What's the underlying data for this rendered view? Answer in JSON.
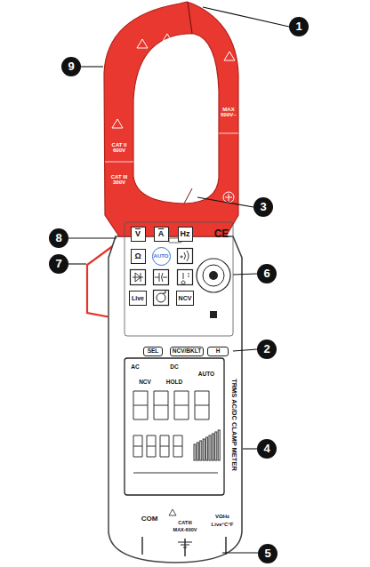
{
  "diagram": {
    "nodes": [
      {
        "text": [
          "V"
        ]
      },
      {
        "text": [
          "A"
        ]
      },
      {
        "text": [
          "Hz"
        ]
      },
      {
        "text": [
          "Ω"
        ]
      },
      {
        "text": [
          "AUTO"
        ]
      },
      {
        "text": [
          "Live"
        ]
      },
      {
        "text": [
          "NCV"
        ]
      },
      {
        "text": [
          "SEL"
        ]
      },
      {
        "text": [
          "NCV/BKLT"
        ]
      },
      {
        "text": [
          "H"
        ]
      }
    ],
    "labels": [
      "1",
      "2",
      "3",
      "4",
      "5",
      "6",
      "7",
      "8",
      "9",
      "CAT II 600V",
      "CAT III 300V",
      "MAX 600V~",
      "CE",
      "TRMS AC/DC CLAMP METER",
      "AC",
      "DC",
      "AUTO",
      "NCV",
      "HOLD",
      "COM",
      "CATIII",
      "MAX-600V",
      "VΩHz",
      "Live°C°F"
    ]
  }
}
